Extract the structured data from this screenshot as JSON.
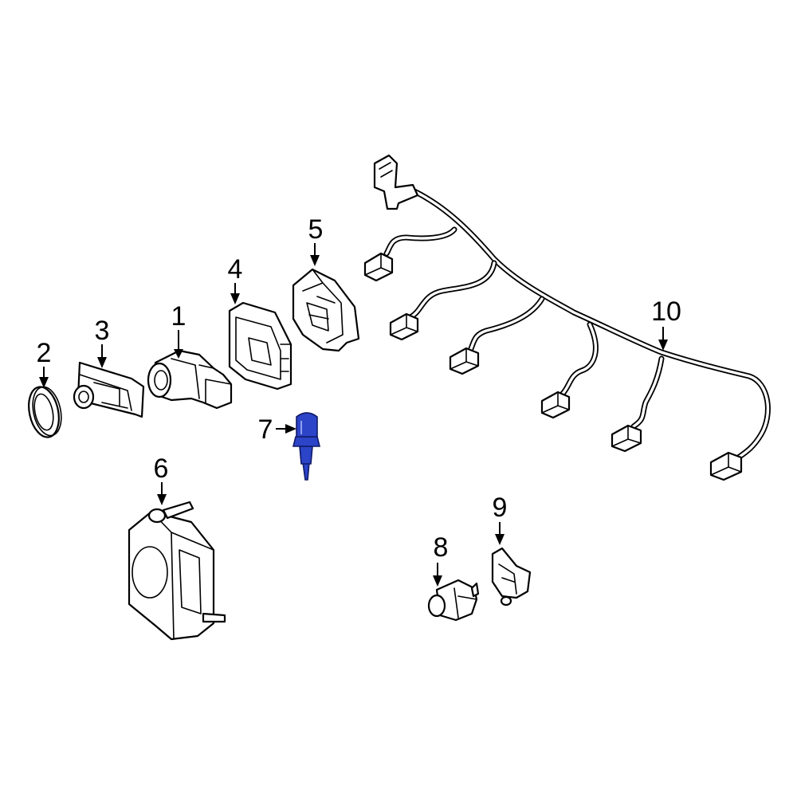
{
  "callouts": {
    "c1": "1",
    "c2": "2",
    "c3": "3",
    "c4": "4",
    "c5": "5",
    "c6": "6",
    "c7": "7",
    "c8": "8",
    "c9": "9",
    "c10": "10"
  },
  "colors": {
    "background": "#ffffff",
    "line": "#000000",
    "highlight_fill": "#2b44c8",
    "highlight_stroke": "#101a66"
  },
  "highlighted_part": "7"
}
